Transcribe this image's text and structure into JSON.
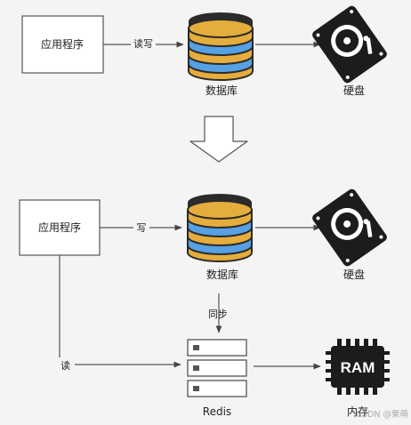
{
  "top": {
    "app_label": "应用程序",
    "edge_app_db_label": "读写",
    "db_label": "数据库",
    "disk_label": "硬盘"
  },
  "bottom": {
    "app_label": "应用程序",
    "edge_app_db_label": "写",
    "db_label": "数据库",
    "disk_label": "硬盘",
    "edge_db_redis_label": "同步",
    "edge_app_redis_label": "读",
    "redis_label": "Redis",
    "ram_chip_text": "RAM",
    "ram_label": "内存"
  },
  "watermark": "CSDN @栗萌",
  "colors": {
    "db_gold": "#e5ad3d",
    "db_blue": "#56a0e4",
    "db_dark": "#2b2b2b",
    "icon_dark": "#1c1c1c",
    "arrow": "#555555"
  },
  "icons": {
    "database": "database-stack-icon",
    "disk": "hard-drive-icon",
    "server": "server-rack-icon",
    "ram": "ram-chip-icon",
    "transition": "down-arrow-icon"
  }
}
